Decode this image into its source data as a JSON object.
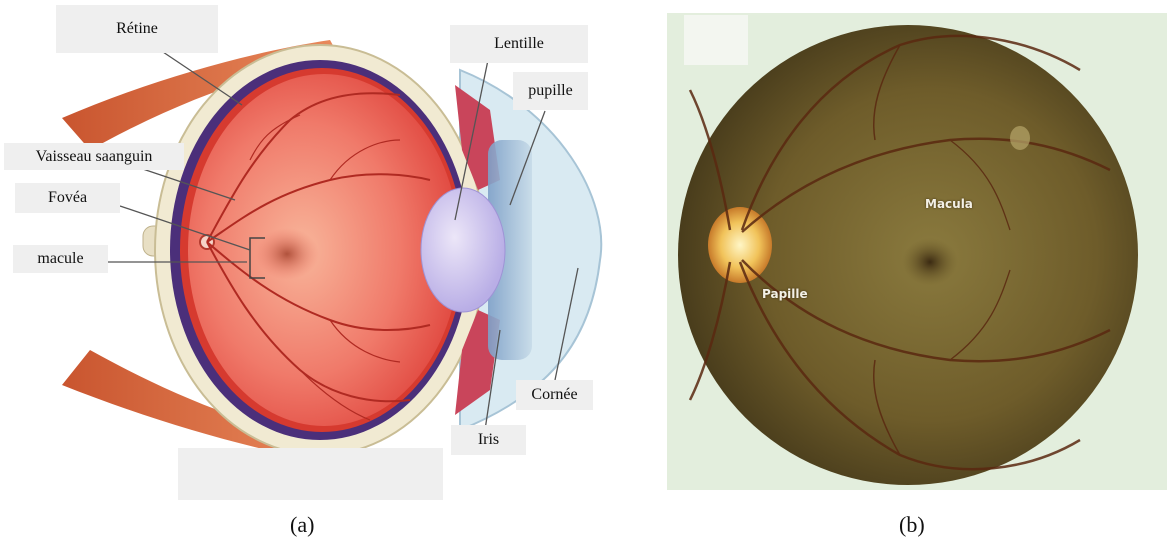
{
  "figure_a": {
    "labels": {
      "retine": "Rétine",
      "lentille": "Lentille",
      "pupille": "pupille",
      "vaisseau": "Vaisseau saanguin",
      "fovea": "Fovéa",
      "macule": "macule",
      "cornee": "Cornée",
      "iris": "Iris"
    },
    "caption": "(a)"
  },
  "figure_b": {
    "labels": {
      "macula": "Macula",
      "papille": "Papille"
    },
    "caption": "(b)"
  }
}
